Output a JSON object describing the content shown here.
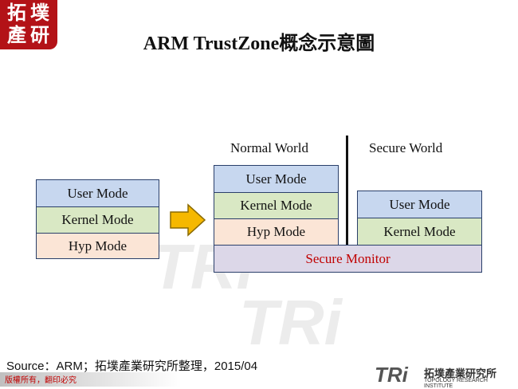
{
  "logo": {
    "text": "拓墣產研"
  },
  "title": "ARM TrustZone概念示意圖",
  "watermark": {
    "text": "TRi"
  },
  "left_stack": {
    "user": "User Mode",
    "kernel": "Kernel Mode",
    "hyp": "Hyp Mode"
  },
  "normal_world": {
    "label": "Normal World",
    "user": "User Mode",
    "kernel": "Kernel Mode",
    "hyp": "Hyp Mode"
  },
  "secure_world": {
    "label": "Secure World",
    "user": "User Mode",
    "kernel": "Kernel Mode"
  },
  "secure_monitor": "Secure Monitor",
  "source": "Source：ARM；拓墣產業研究所整理，2015/04",
  "copyright": "版權所有，翻印必究",
  "footer_logo": {
    "letters": "TRi",
    "name": "拓墣產業研究所",
    "sub": "TOPOLOGY RESEARCH INSTITUTE"
  },
  "colors": {
    "user_fill": "#c7d7ef",
    "kernel_fill": "#d9e8c4",
    "hyp_fill": "#fbe5d6",
    "monitor_fill": "#dcd7e8",
    "monitor_text": "#c00000",
    "arrow": "#f5b800",
    "seal": "#b31217"
  }
}
